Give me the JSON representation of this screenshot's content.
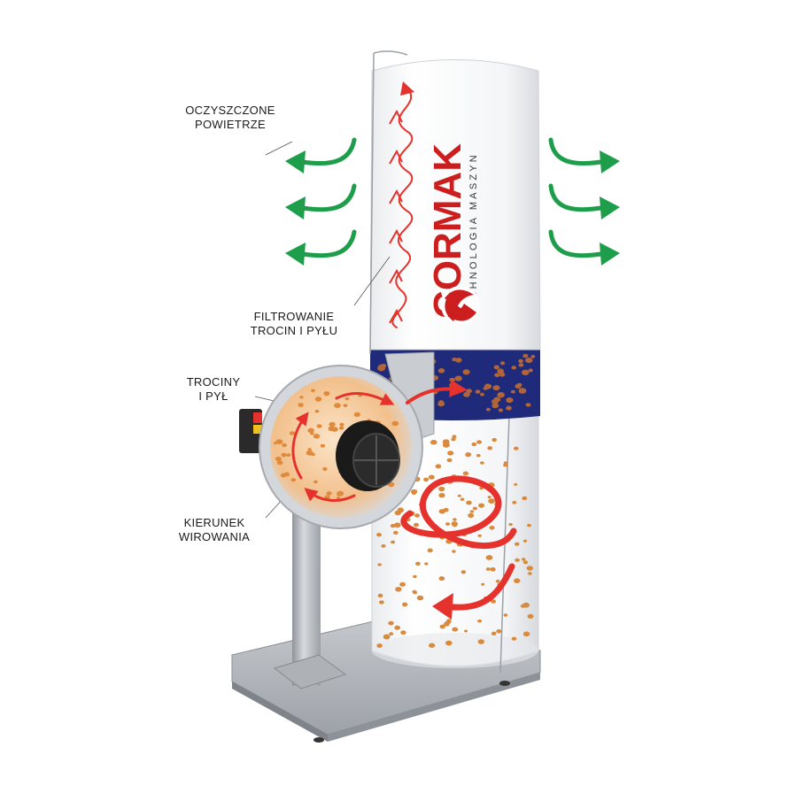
{
  "labels": {
    "clean_air": [
      "OCZYSZCZONE",
      "POWIETRZE"
    ],
    "filtering": [
      "FILTROWANIE",
      "TROCIN I PYŁU"
    ],
    "sawdust": [
      "TROCINY",
      "I PYŁ"
    ],
    "spin": [
      "KIERUNEK",
      "WIROWANIA"
    ]
  },
  "brand": {
    "name": "CORMAK",
    "tagline": "TECHNOLOGIA MASZYN",
    "logo_icon": "cormak-swirl-icon",
    "primary_color": "#cc1e1e"
  },
  "colors": {
    "air_arrows": "#1e9e4a",
    "flow_arrows": "#e5322d",
    "band": "#1f2a7a",
    "dust": "#d98a3c",
    "metal": "#b8bcc2"
  }
}
